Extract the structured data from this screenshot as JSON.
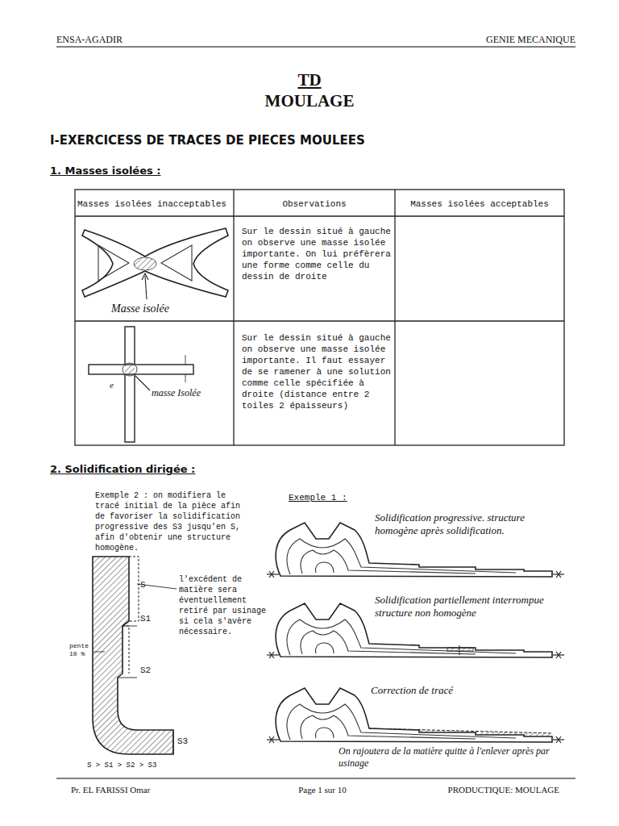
{
  "diagram": {
    "title": "TD MOULAGE",
    "labels": [
      "ENSA-AGADIR",
      "GENIE MECANIQUE",
      "I-EXERCICESS DE TRACES DE PIECES MOULEES",
      "1. Masses isolées :",
      "Masses isolées inacceptables",
      "Observations",
      "Masses isolées acceptables",
      "Sur le dessin situé à gauche on observe une masse isolée importante. On lui préfèrera une forme comme celle du dessin de droite",
      "Masse isolée",
      "Sur le dessin situé à gauche on observe une masse isolée importante. Il faut essayer de se ramener à une solution comme celle spécifiée à droite (distance entre 2 toiles 2 épaisseurs)",
      "masse Isolée",
      "e",
      "2. Solidification dirigée :",
      "Exemple 2 : on modifiera le tracé initial de la pièce afin de favoriser la solidification progressive des S3 jusqu'en S, afin d'obtenir une structure homogène.",
      "l'excédent de matière sera éventuellement retiré par usinage si cela s'avère nécessaire.",
      "pente 10 %",
      "S",
      "S1",
      "S2",
      "S3",
      "S > S1 > S2 > S3",
      "Exemple 1 :",
      "Solidification progressive. structure homogène après solidification.",
      "Solidification partiellement interrompue structure non homogène",
      "Correction de tracé",
      "On rajoutera de la matière quitte à l'enlever après par usinage",
      "Pr. EL FARISSI Omar",
      "Page 1 sur 10",
      "PRODUCTIQUE: MOULAGE"
    ]
  }
}
